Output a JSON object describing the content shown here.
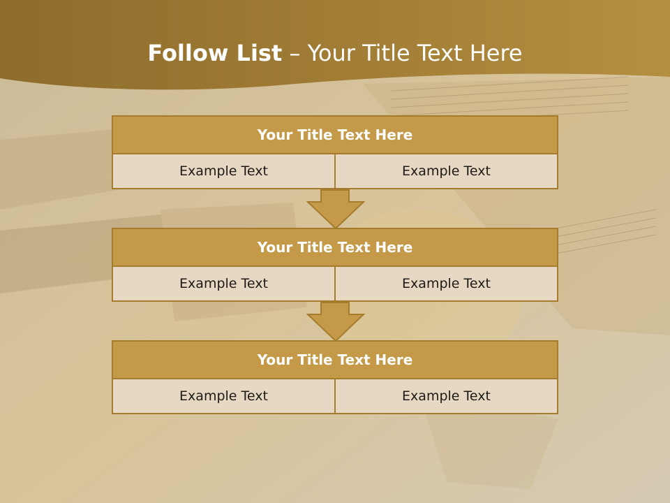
{
  "title": {
    "bold": "Follow List",
    "rest": " – Your Title Text Here"
  },
  "blocks": [
    {
      "header": "Your Title Text Here",
      "cells": [
        "Example Text",
        "Example Text"
      ]
    },
    {
      "header": "Your Title Text Here",
      "cells": [
        "Example Text",
        "Example Text"
      ]
    },
    {
      "header": "Your Title Text Here",
      "cells": [
        "Example Text",
        "Example Text"
      ]
    }
  ],
  "colors": {
    "header_band": "#9c7a34",
    "header_fill": "#c49a49",
    "cell_fill": "#e6d8c3",
    "border": "#a57c2e"
  }
}
